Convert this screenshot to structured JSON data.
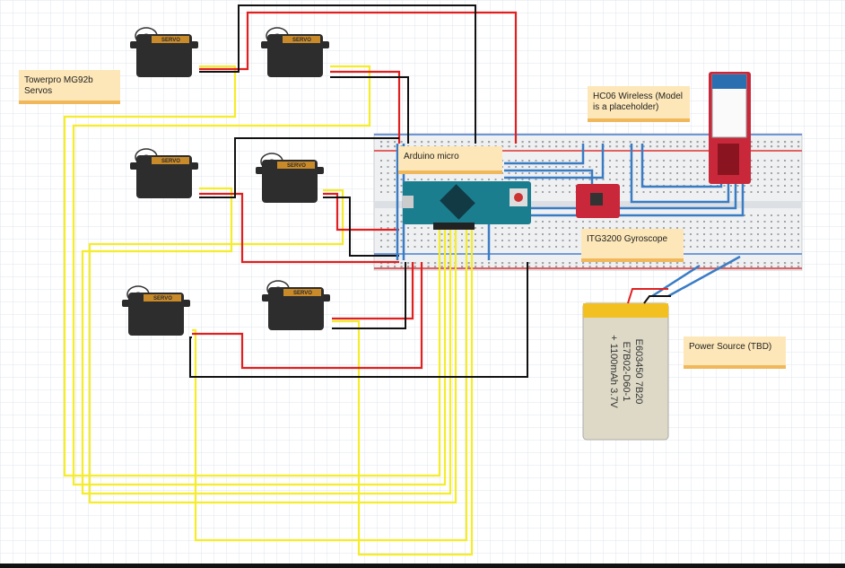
{
  "notes": {
    "servos": "Towerpro MG92b Servos",
    "arduino": "Arduino micro",
    "wireless": "HC06 Wireless (Model is a placeholder)",
    "gyro": "ITG3200 Gyroscope",
    "power": "Power Source (TBD)"
  },
  "servo_label": "SERVO",
  "battery": {
    "line1": "E603450 7B20",
    "line2": "E7B02-D60-1",
    "line3": "+ 1100mAh 3.7V"
  },
  "colors": {
    "wire_red": "#e02020",
    "wire_black": "#111111",
    "wire_yellow": "#f5ec2a",
    "wire_blue": "#3a7cc4",
    "arduino": "#1b7e8f",
    "breadboard": "#eef0f2",
    "gyro_board": "#c8283a",
    "hc06_board": "#c8283a",
    "battery": "#ddd9c6"
  },
  "icons": {
    "servo": "servo-motor-icon",
    "arduino": "arduino-board-icon",
    "gyro": "gyroscope-board-icon",
    "bluetooth": "bluetooth-module-icon",
    "battery": "lipo-battery-icon"
  }
}
